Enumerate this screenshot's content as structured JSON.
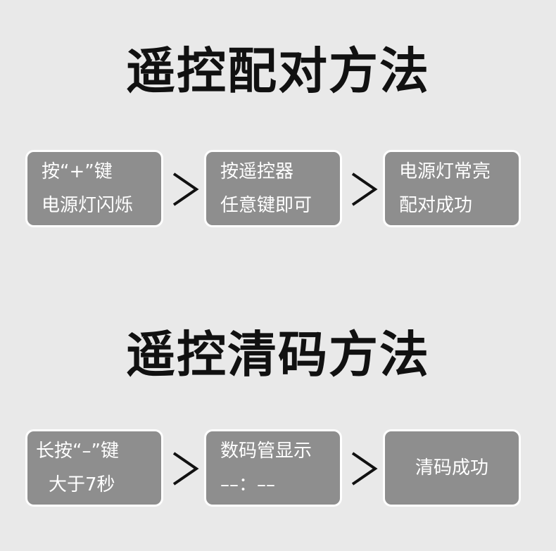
{
  "pairing": {
    "title": "遥控配对方法",
    "steps": [
      {
        "lines": [
          "按“+”键",
          "电源灯闪烁"
        ]
      },
      {
        "lines": [
          "按遥控器",
          "任意键即可"
        ]
      },
      {
        "lines": [
          "电源灯常亮",
          "配对成功"
        ]
      }
    ]
  },
  "clearing": {
    "title": "遥控清码方法",
    "steps": [
      {
        "lines": [
          "长按“–”键",
          "大于7秒"
        ]
      },
      {
        "lines": [
          "数码管显示",
          "––：––"
        ]
      },
      {
        "lines": [
          "清码成功"
        ]
      }
    ]
  },
  "colors": {
    "background": "#e9e9e9",
    "box": "#8e8e8e",
    "box_border": "#ffffff",
    "text": "#111111"
  },
  "icons": {
    "arrow": "chevron-right-icon"
  }
}
